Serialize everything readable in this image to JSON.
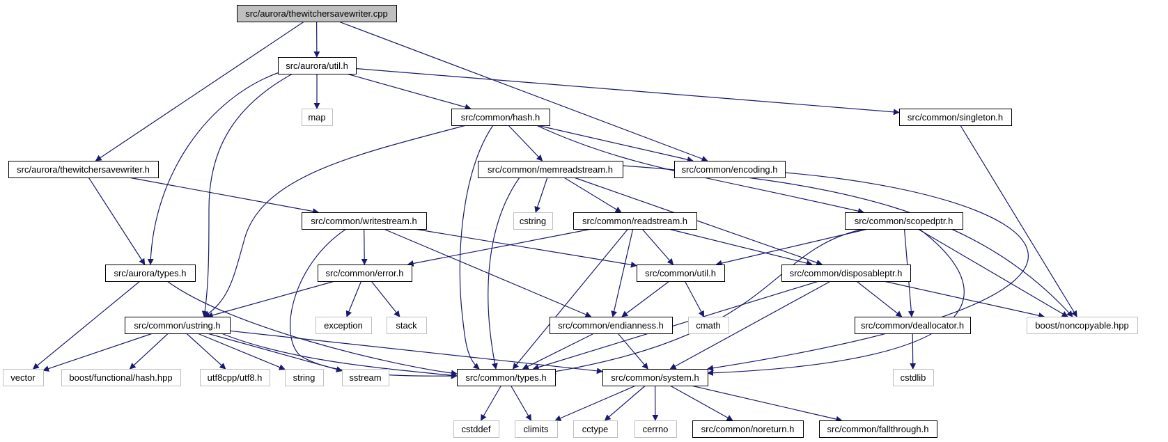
{
  "graph": {
    "edge_color": "#191970",
    "nodes": [
      {
        "id": "root",
        "label": "src/aurora/thewitchersavewriter.cpp",
        "kind": "root"
      },
      {
        "id": "util_aurora",
        "label": "src/aurora/util.h",
        "kind": "file"
      },
      {
        "id": "tw_h",
        "label": "src/aurora/thewitchersavewriter.h",
        "kind": "file"
      },
      {
        "id": "map",
        "label": "map",
        "kind": "external"
      },
      {
        "id": "hash",
        "label": "src/common/hash.h",
        "kind": "file"
      },
      {
        "id": "singleton",
        "label": "src/common/singleton.h",
        "kind": "file"
      },
      {
        "id": "encoding",
        "label": "src/common/encoding.h",
        "kind": "file"
      },
      {
        "id": "memread",
        "label": "src/common/memreadstream.h",
        "kind": "file"
      },
      {
        "id": "cstring",
        "label": "cstring",
        "kind": "external"
      },
      {
        "id": "writestream",
        "label": "src/common/writestream.h",
        "kind": "file"
      },
      {
        "id": "readstream",
        "label": "src/common/readstream.h",
        "kind": "file"
      },
      {
        "id": "scopedptr",
        "label": "src/common/scopedptr.h",
        "kind": "file"
      },
      {
        "id": "aurora_types",
        "label": "src/aurora/types.h",
        "kind": "file"
      },
      {
        "id": "error",
        "label": "src/common/error.h",
        "kind": "file"
      },
      {
        "id": "common_util",
        "label": "src/common/util.h",
        "kind": "file"
      },
      {
        "id": "disposable",
        "label": "src/common/disposableptr.h",
        "kind": "file"
      },
      {
        "id": "ustring",
        "label": "src/common/ustring.h",
        "kind": "file"
      },
      {
        "id": "exception",
        "label": "exception",
        "kind": "external"
      },
      {
        "id": "stack",
        "label": "stack",
        "kind": "external"
      },
      {
        "id": "endianness",
        "label": "src/common/endianness.h",
        "kind": "file"
      },
      {
        "id": "cmath",
        "label": "cmath",
        "kind": "external"
      },
      {
        "id": "dealloc",
        "label": "src/common/deallocator.h",
        "kind": "file"
      },
      {
        "id": "noncopyable",
        "label": "boost/noncopyable.hpp",
        "kind": "external"
      },
      {
        "id": "vector",
        "label": "vector",
        "kind": "external"
      },
      {
        "id": "bfhash",
        "label": "boost/functional/hash.hpp",
        "kind": "external"
      },
      {
        "id": "utf8",
        "label": "utf8cpp/utf8.h",
        "kind": "external"
      },
      {
        "id": "string",
        "label": "string",
        "kind": "external"
      },
      {
        "id": "sstream",
        "label": "sstream",
        "kind": "external"
      },
      {
        "id": "common_types",
        "label": "src/common/types.h",
        "kind": "file"
      },
      {
        "id": "system",
        "label": "src/common/system.h",
        "kind": "file"
      },
      {
        "id": "cstdlib",
        "label": "cstdlib",
        "kind": "external"
      },
      {
        "id": "cstddef",
        "label": "cstddef",
        "kind": "external"
      },
      {
        "id": "climits",
        "label": "climits",
        "kind": "external"
      },
      {
        "id": "cctype",
        "label": "cctype",
        "kind": "external"
      },
      {
        "id": "cerrno",
        "label": "cerrno",
        "kind": "external"
      },
      {
        "id": "noreturn",
        "label": "src/common/noreturn.h",
        "kind": "file"
      },
      {
        "id": "fallthrough",
        "label": "src/common/fallthrough.h",
        "kind": "file"
      }
    ],
    "edges": [
      [
        "root",
        "util_aurora"
      ],
      [
        "root",
        "tw_h"
      ],
      [
        "root",
        "encoding"
      ],
      [
        "util_aurora",
        "map"
      ],
      [
        "util_aurora",
        "hash"
      ],
      [
        "util_aurora",
        "singleton"
      ],
      [
        "util_aurora",
        "aurora_types"
      ],
      [
        "util_aurora",
        "ustring"
      ],
      [
        "tw_h",
        "aurora_types"
      ],
      [
        "tw_h",
        "writestream"
      ],
      [
        "hash",
        "encoding"
      ],
      [
        "hash",
        "memread"
      ],
      [
        "hash",
        "scopedptr"
      ],
      [
        "hash",
        "ustring"
      ],
      [
        "hash",
        "common_types"
      ],
      [
        "singleton",
        "noncopyable"
      ],
      [
        "encoding",
        "system"
      ],
      [
        "memread",
        "cstring"
      ],
      [
        "memread",
        "readstream"
      ],
      [
        "memread",
        "disposable"
      ],
      [
        "memread",
        "common_types"
      ],
      [
        "memread",
        "noncopyable"
      ],
      [
        "writestream",
        "error"
      ],
      [
        "writestream",
        "common_util"
      ],
      [
        "writestream",
        "endianness"
      ],
      [
        "writestream",
        "common_types"
      ],
      [
        "readstream",
        "error"
      ],
      [
        "readstream",
        "common_util"
      ],
      [
        "readstream",
        "disposable"
      ],
      [
        "readstream",
        "endianness"
      ],
      [
        "readstream",
        "common_types"
      ],
      [
        "scopedptr",
        "common_util"
      ],
      [
        "scopedptr",
        "dealloc"
      ],
      [
        "scopedptr",
        "noncopyable"
      ],
      [
        "scopedptr",
        "common_types"
      ],
      [
        "scopedptr",
        "system"
      ],
      [
        "aurora_types",
        "vector"
      ],
      [
        "aurora_types",
        "common_types"
      ],
      [
        "error",
        "ustring"
      ],
      [
        "error",
        "exception"
      ],
      [
        "error",
        "stack"
      ],
      [
        "common_util",
        "endianness"
      ],
      [
        "common_util",
        "cmath"
      ],
      [
        "disposable",
        "dealloc"
      ],
      [
        "disposable",
        "noncopyable"
      ],
      [
        "disposable",
        "common_types"
      ],
      [
        "disposable",
        "system"
      ],
      [
        "ustring",
        "vector"
      ],
      [
        "ustring",
        "bfhash"
      ],
      [
        "ustring",
        "utf8"
      ],
      [
        "ustring",
        "string"
      ],
      [
        "ustring",
        "sstream"
      ],
      [
        "ustring",
        "common_types"
      ],
      [
        "ustring",
        "system"
      ],
      [
        "endianness",
        "common_types"
      ],
      [
        "endianness",
        "system"
      ],
      [
        "dealloc",
        "cstdlib"
      ],
      [
        "common_types",
        "cstddef"
      ],
      [
        "common_types",
        "climits"
      ],
      [
        "system",
        "climits"
      ],
      [
        "system",
        "cctype"
      ],
      [
        "system",
        "cerrno"
      ],
      [
        "system",
        "noreturn"
      ],
      [
        "system",
        "fallthrough"
      ]
    ]
  }
}
